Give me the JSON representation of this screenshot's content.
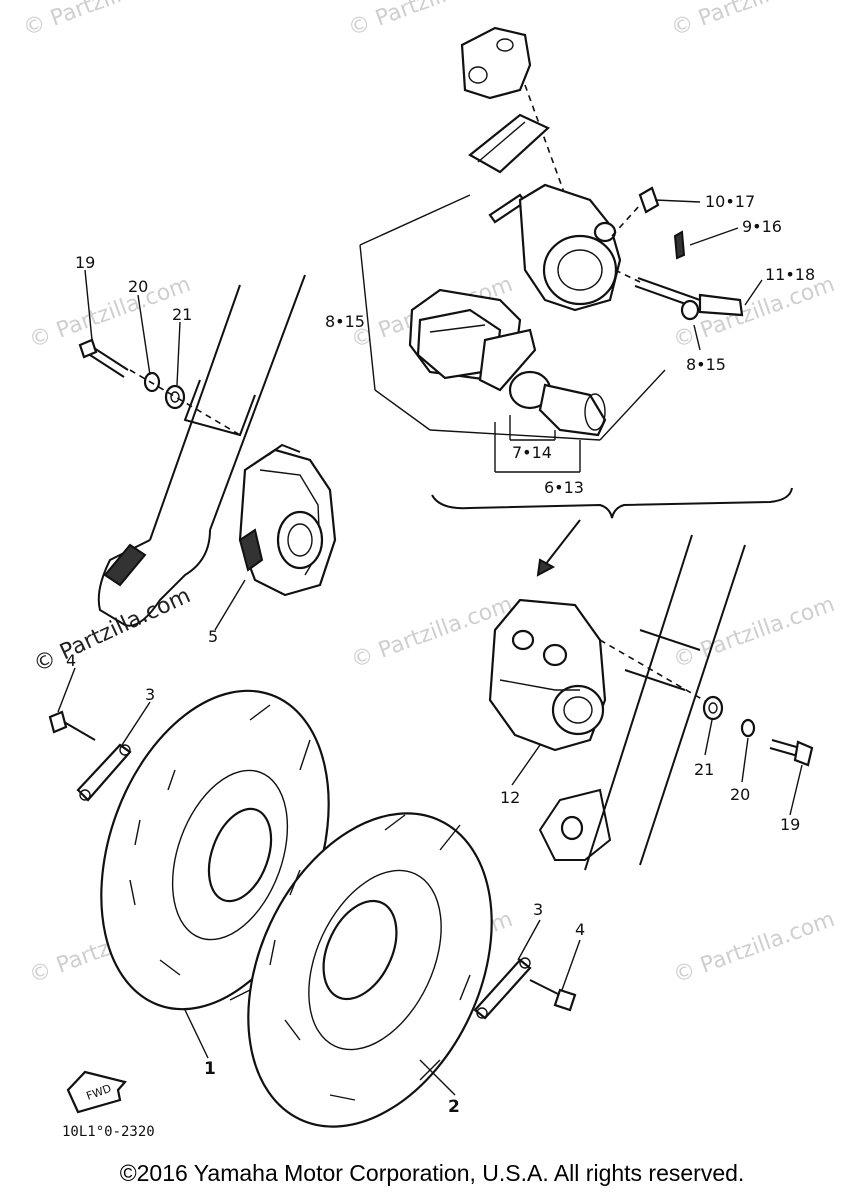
{
  "diagram": {
    "watermark_text": "© Partzilla.com",
    "diagram_code": "10L1°0-2320",
    "copyright": "©2016 Yamaha Motor Corporation, U.S.A. All rights reserved.",
    "fwd_label": "FWD",
    "callouts": [
      {
        "id": "c1",
        "label": "1"
      },
      {
        "id": "c2",
        "label": "2"
      },
      {
        "id": "c3a",
        "label": "3"
      },
      {
        "id": "c3b",
        "label": "3"
      },
      {
        "id": "c4a",
        "label": "4"
      },
      {
        "id": "c4b",
        "label": "4"
      },
      {
        "id": "c5",
        "label": "5"
      },
      {
        "id": "c12",
        "label": "12"
      },
      {
        "id": "c19a",
        "label": "19"
      },
      {
        "id": "c19b",
        "label": "19"
      },
      {
        "id": "c20a",
        "label": "20"
      },
      {
        "id": "c20b",
        "label": "20"
      },
      {
        "id": "c21a",
        "label": "21"
      },
      {
        "id": "c21b",
        "label": "21"
      },
      {
        "id": "c1047",
        "label": "10•17"
      },
      {
        "id": "c916",
        "label": "9•16"
      },
      {
        "id": "c1118",
        "label": "11•18"
      },
      {
        "id": "c815a",
        "label": "8•15"
      },
      {
        "id": "c815b",
        "label": "8•15"
      },
      {
        "id": "c714",
        "label": "7•14"
      },
      {
        "id": "c613",
        "label": "6•13"
      }
    ]
  }
}
